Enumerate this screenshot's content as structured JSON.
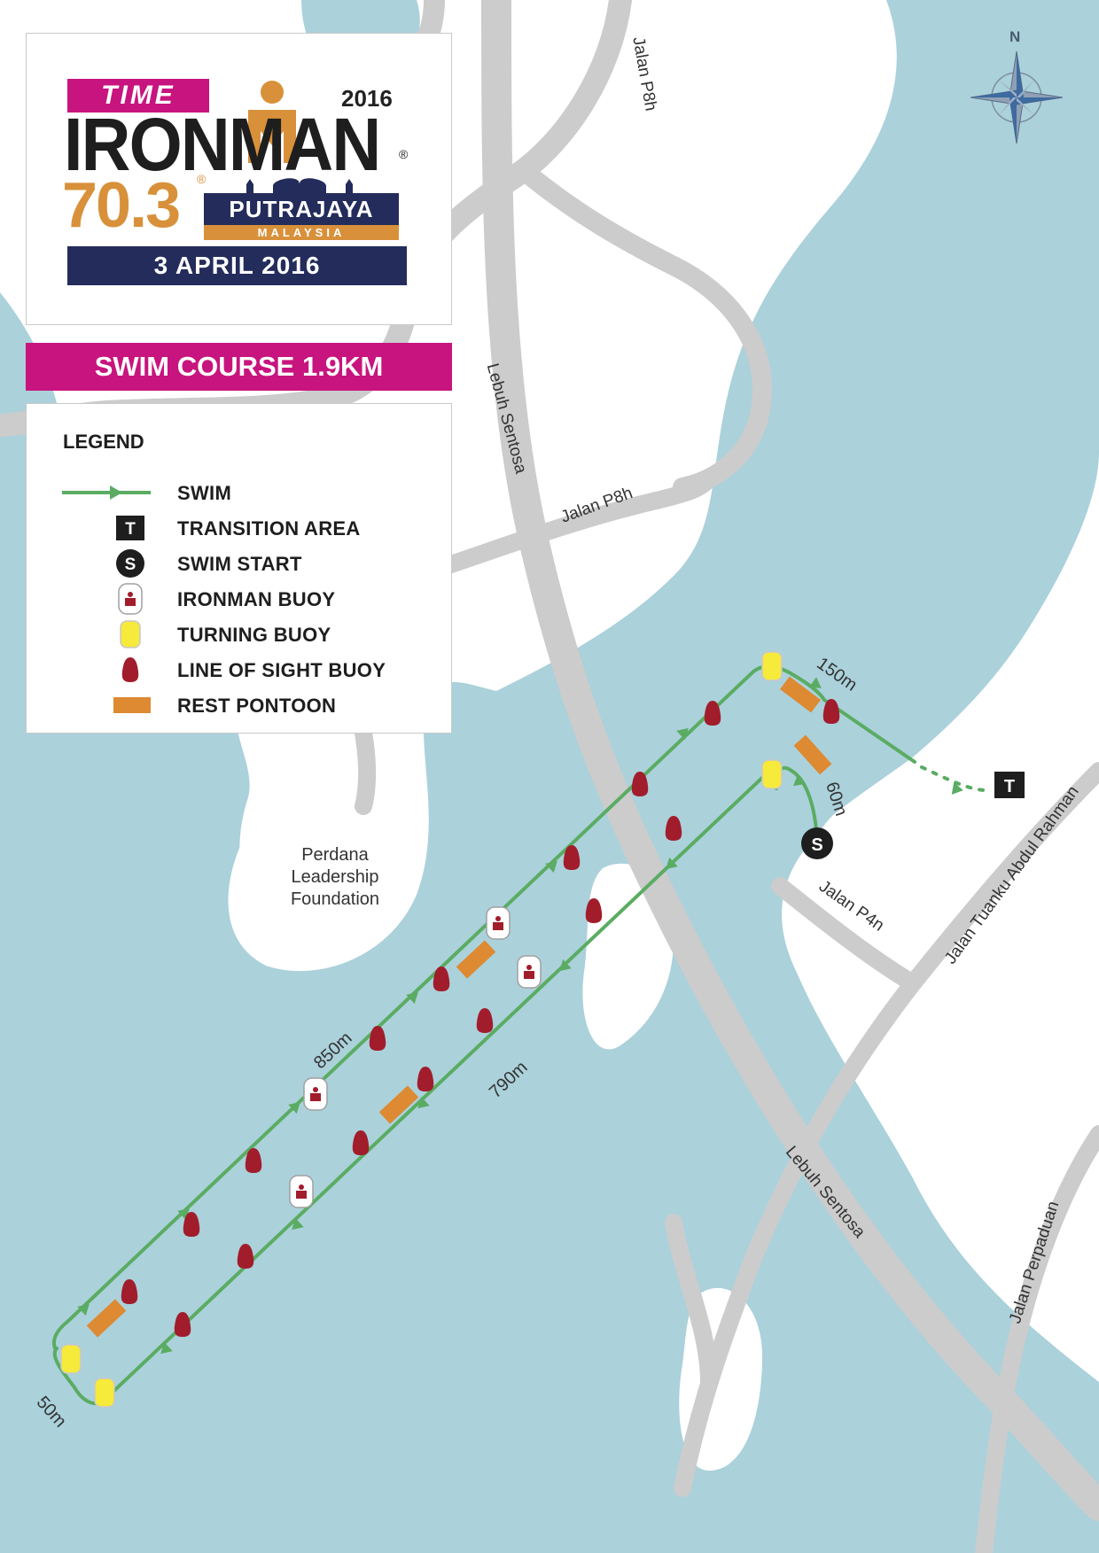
{
  "header": {
    "sponsor": "TIME",
    "brand": "IRONMAN",
    "distance": "70.3",
    "year": "2016",
    "registered_mark": "®",
    "location": "PUTRAJAYA",
    "country": "MALAYSIA",
    "date": "3 APRIL 2016",
    "course_title": "SWIM COURSE 1.9KM"
  },
  "legend": {
    "title": "LEGEND",
    "items": [
      {
        "label": "SWIM",
        "symbol": "swim-line-icon",
        "glyph": ""
      },
      {
        "label": "TRANSITION AREA",
        "symbol": "transition-area-icon",
        "glyph": "T"
      },
      {
        "label": "SWIM START",
        "symbol": "swim-start-icon",
        "glyph": "S"
      },
      {
        "label": "IRONMAN BUOY",
        "symbol": "ironman-buoy-icon",
        "glyph": ""
      },
      {
        "label": "TURNING BUOY",
        "symbol": "turning-buoy-icon",
        "glyph": ""
      },
      {
        "label": "LINE OF SIGHT BUOY",
        "symbol": "line-of-sight-buoy-icon",
        "glyph": ""
      },
      {
        "label": "REST PONTOON",
        "symbol": "rest-pontoon-icon",
        "glyph": ""
      }
    ]
  },
  "map": {
    "compass_north": "N",
    "roads": {
      "jalan_p8h_top": "Jalan P8h",
      "jalan_p8h_mid": "Jalan P8h",
      "lebuh_sentosa_top": "Lebuh Sentosa",
      "lebuh_sentosa_bottom": "Lebuh Sentosa",
      "jalan_p4n": "Jalan P4n",
      "jalan_tuanku": "Jalan Tuanku Abdul Rahman",
      "jalan_perpaduan": "Jalan Perpaduan"
    },
    "place": "Perdana\nLeadership\nFoundation",
    "place_lines": [
      "Perdana",
      "Leadership",
      "Foundation"
    ],
    "distances": {
      "d150": "150m",
      "d60": "60m",
      "d850": "850m",
      "d790": "790m",
      "d50": "50m"
    },
    "markers": {
      "start": "S",
      "transition": "T"
    }
  },
  "colors": {
    "water": "#abd1db",
    "land": "#ffffff",
    "road": "#cccccc",
    "swim_route": "#5aac62",
    "line_of_sight_buoy": "#a11d2c",
    "turning_buoy": "#f6ea3a",
    "pontoon": "#dd8a32",
    "brand_magenta": "#c8147e",
    "brand_navy": "#232c5b",
    "brand_orange": "#d8913a"
  }
}
